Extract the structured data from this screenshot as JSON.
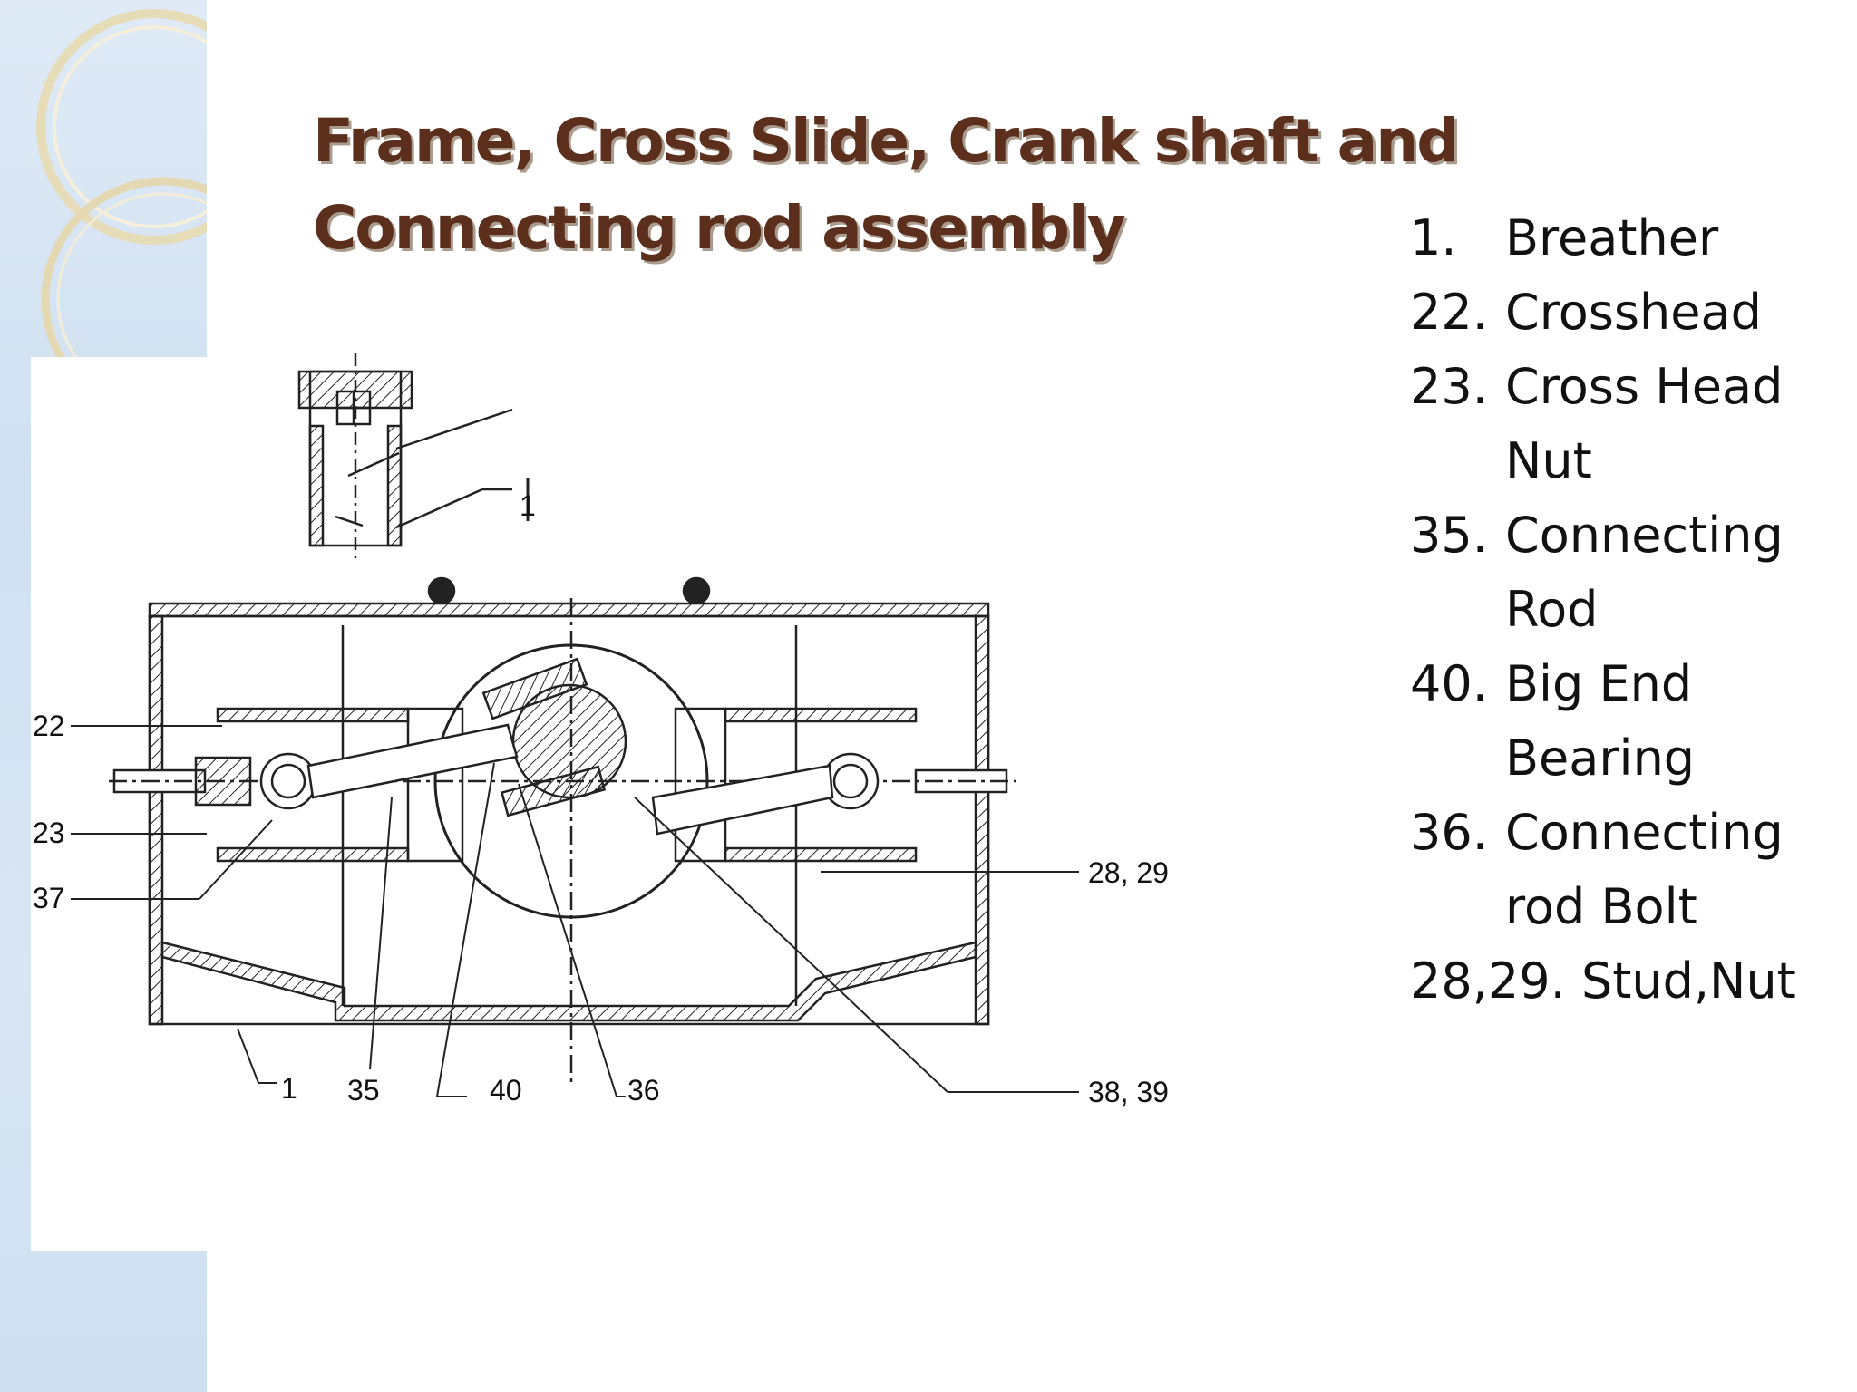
{
  "title": {
    "line1": "Frame, Cross Slide, Crank shaft and",
    "line2": "Connecting rod assembly"
  },
  "legend": [
    {
      "num": "1.",
      "text": "Breather"
    },
    {
      "num": "22.",
      "text": "Crosshead"
    },
    {
      "num": "23.",
      "text": "Cross Head",
      "text2": "Nut"
    },
    {
      "num": "35.",
      "text": "Connecting",
      "text2": "Rod"
    },
    {
      "num": "40.",
      "text": "Big End",
      "text2": "Bearing"
    },
    {
      "num": "36.",
      "text": "Connecting",
      "text2": "rod Bolt"
    },
    {
      "num": "28,29.",
      "text": "Stud,Nut"
    }
  ],
  "callouts": {
    "c22": "22",
    "c23": "23",
    "c37": "37",
    "c2829": "28, 29",
    "c1": "1",
    "c35": "35",
    "c40": "40",
    "c36": "36",
    "c3839": "38, 39",
    "breather_ref": "1"
  },
  "colors": {
    "title": "#5b2f1c",
    "sidebar": "#d6e4f3",
    "drawing_lines": "#222222"
  }
}
